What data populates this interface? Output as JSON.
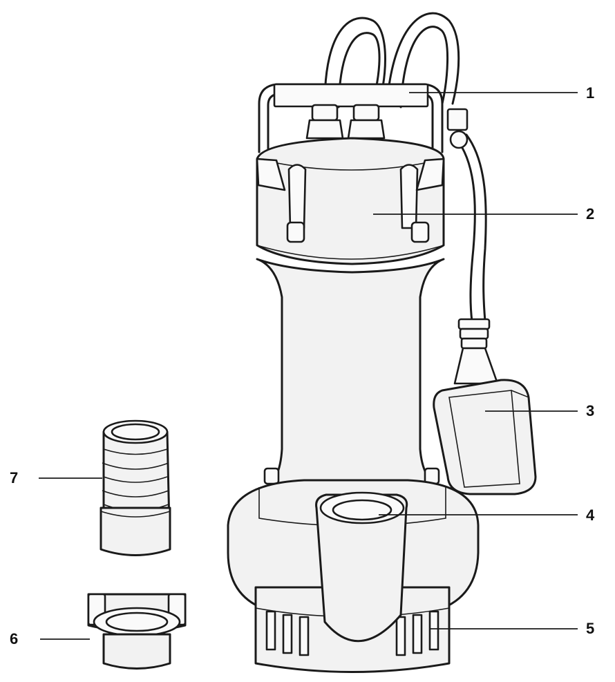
{
  "callouts": [
    {
      "id": "1",
      "label": "1"
    },
    {
      "id": "2",
      "label": "2"
    },
    {
      "id": "3",
      "label": "3"
    },
    {
      "id": "4",
      "label": "4"
    },
    {
      "id": "5",
      "label": "5"
    },
    {
      "id": "6",
      "label": "6"
    },
    {
      "id": "7",
      "label": "7"
    }
  ],
  "icons": {
    "pump": "submersible-pump-drawing",
    "hose_nozzle": "hose-nozzle-drawing",
    "coupling": "coupling-drawing"
  },
  "colors": {
    "line": "#1a1a1a",
    "fill": "#f2f2f2",
    "background": "#ffffff"
  }
}
